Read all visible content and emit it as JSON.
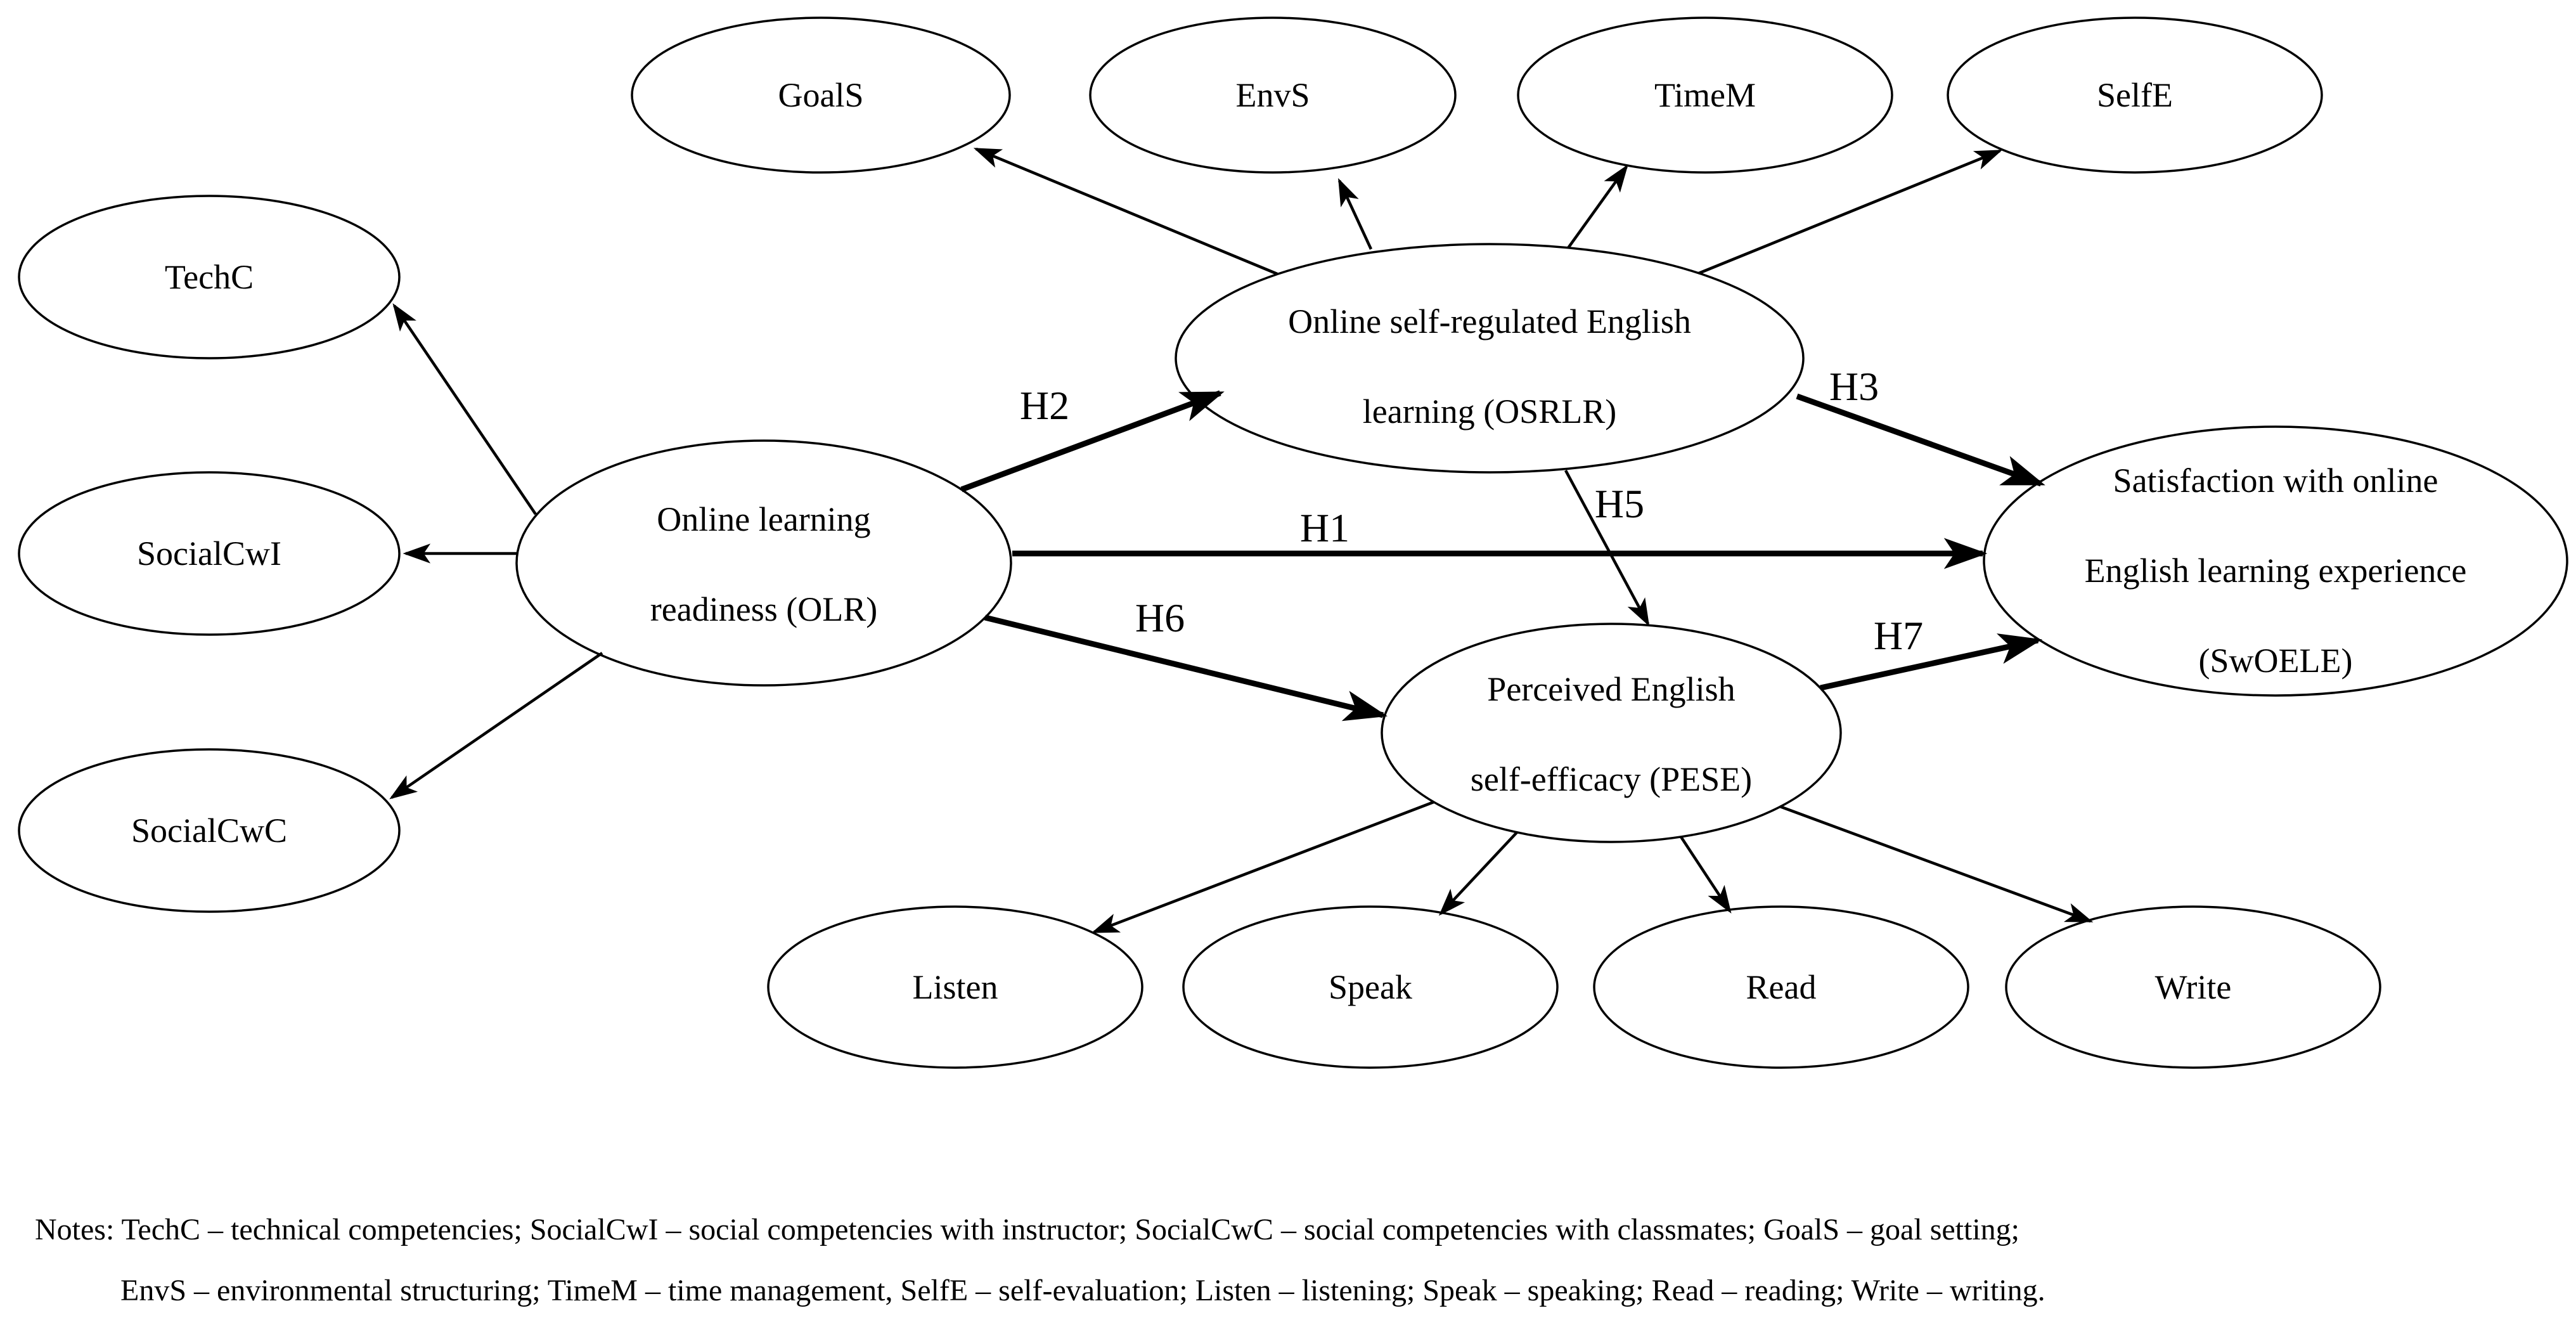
{
  "figure": {
    "background": "#ffffff",
    "stroke_color": "#000000",
    "text_color": "#000000",
    "type": "structural-equation-model-path-diagram"
  },
  "nodes": {
    "goals": {
      "label": "GoalS"
    },
    "envs": {
      "label": "EnvS"
    },
    "timem": {
      "label": "TimeM"
    },
    "selfe": {
      "label": "SelfE"
    },
    "techc": {
      "label": "TechC"
    },
    "socialcwi": {
      "label": "SocialCwI"
    },
    "socialcwc": {
      "label": "SocialCwC"
    },
    "listen": {
      "label": "Listen"
    },
    "speak": {
      "label": "Speak"
    },
    "read": {
      "label": "Read"
    },
    "write": {
      "label": "Write"
    },
    "olr": {
      "lines": [
        "Online learning",
        "readiness (OLR)"
      ]
    },
    "osrlr": {
      "lines": [
        "Online self-regulated English",
        "learning (OSRLR)"
      ]
    },
    "pese": {
      "lines": [
        "Perceived English",
        "self-efficacy (PESE)"
      ]
    },
    "swoele": {
      "lines": [
        "Satisfaction with online",
        "English learning experience",
        "(SwOELE)"
      ]
    }
  },
  "hypotheses": {
    "h1": {
      "label": "H1",
      "from": "OLR",
      "to": "SwOELE"
    },
    "h2": {
      "label": "H2",
      "from": "OLR",
      "to": "OSRLR"
    },
    "h3": {
      "label": "H3",
      "from": "OSRLR",
      "to": "SwOELE"
    },
    "h5": {
      "label": "H5",
      "from": "OSRLR",
      "to": "PESE"
    },
    "h6": {
      "label": "H6",
      "from": "OLR",
      "to": "PESE"
    },
    "h7": {
      "label": "H7",
      "from": "PESE",
      "to": "SwOELE"
    }
  },
  "measurement_arrows": [
    {
      "from": "OLR",
      "to": "TechC"
    },
    {
      "from": "OLR",
      "to": "SocialCwI"
    },
    {
      "from": "OLR",
      "to": "SocialCwC"
    },
    {
      "from": "OSRLR",
      "to": "GoalS"
    },
    {
      "from": "OSRLR",
      "to": "EnvS"
    },
    {
      "from": "OSRLR",
      "to": "TimeM"
    },
    {
      "from": "OSRLR",
      "to": "SelfE"
    },
    {
      "from": "PESE",
      "to": "Listen"
    },
    {
      "from": "PESE",
      "to": "Speak"
    },
    {
      "from": "PESE",
      "to": "Read"
    },
    {
      "from": "PESE",
      "to": "Write"
    }
  ],
  "notes": {
    "line1": "Notes: TechC – technical competencies; SocialCwI – social competencies with instructor; SocialCwC – social competencies with classmates; GoalS – goal setting;",
    "line2": "EnvS – environmental structuring; TimeM – time management, SelfE – self-evaluation; Listen – listening; Speak – speaking; Read – reading; Write – writing."
  }
}
